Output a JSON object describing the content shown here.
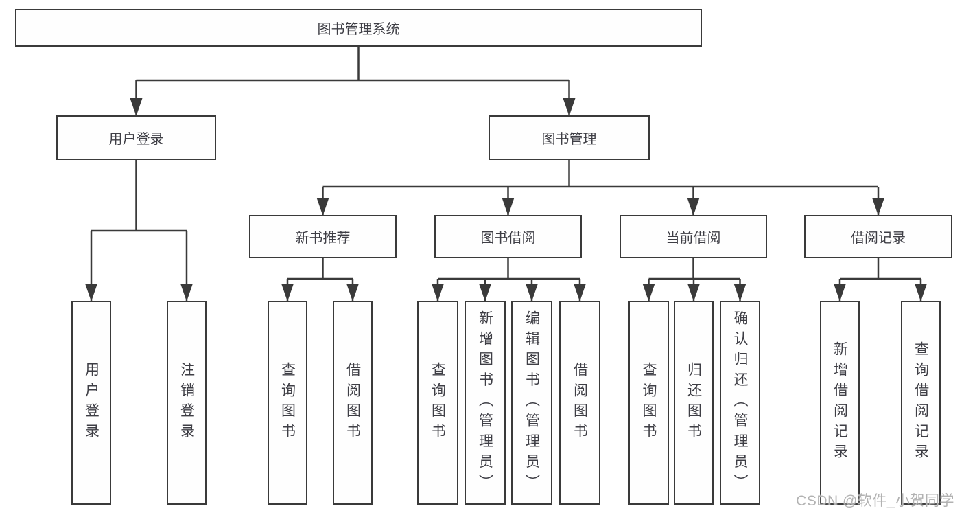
{
  "diagram": {
    "type": "hierarchy-tree",
    "watermark": "CSDN @软件_小贺同学"
  },
  "colors": {
    "line": "#3a3a3a",
    "box_border": "#3a3a3a",
    "text": "#3e3e45",
    "watermark": "#b2b2b2",
    "background": "#ffffff"
  },
  "nodes": {
    "root": {
      "label": "图书管理系统",
      "level": 1,
      "parent": null
    },
    "user_login": {
      "label": "用户登录",
      "level": 2,
      "parent": "root"
    },
    "book_management": {
      "label": "图书管理",
      "level": 2,
      "parent": "root"
    },
    "new_book_recommend": {
      "label": "新书推荐",
      "level": 3,
      "parent": "book_management"
    },
    "book_borrowing": {
      "label": "图书借阅",
      "level": 3,
      "parent": "book_management"
    },
    "current_borrowing": {
      "label": "当前借阅",
      "level": 3,
      "parent": "book_management"
    },
    "borrowing_records": {
      "label": "借阅记录",
      "level": 3,
      "parent": "book_management"
    },
    "leaf_user_login": {
      "label": "用户登录",
      "level": 4,
      "parent": "user_login"
    },
    "leaf_logout": {
      "label": "注销登录",
      "level": 4,
      "parent": "user_login"
    },
    "leaf_query_book_recommend": {
      "label": "查询图书",
      "level": 4,
      "parent": "new_book_recommend"
    },
    "leaf_borrow_book_recommend": {
      "label": "借阅图书",
      "level": 4,
      "parent": "new_book_recommend"
    },
    "leaf_query_book_borrowing": {
      "label": "查询图书",
      "level": 4,
      "parent": "book_borrowing"
    },
    "leaf_add_book_admin": {
      "label": "新增图书（管理员）",
      "level": 4,
      "parent": "book_borrowing"
    },
    "leaf_edit_book_admin": {
      "label": "编辑图书（管理员）",
      "level": 4,
      "parent": "book_borrowing"
    },
    "leaf_borrow_book_borrowing": {
      "label": "借阅图书",
      "level": 4,
      "parent": "book_borrowing"
    },
    "leaf_query_book_current": {
      "label": "查询图书",
      "level": 4,
      "parent": "current_borrowing"
    },
    "leaf_return_book": {
      "label": "归还图书",
      "level": 4,
      "parent": "current_borrowing"
    },
    "leaf_confirm_return_admin": {
      "label": "确认归还（管理员）",
      "level": 4,
      "parent": "current_borrowing"
    },
    "leaf_add_borrow_record": {
      "label": "新增借阅记录",
      "level": 4,
      "parent": "borrowing_records"
    },
    "leaf_query_borrow_record": {
      "label": "查询借阅记录",
      "level": 4,
      "parent": "borrowing_records"
    }
  }
}
